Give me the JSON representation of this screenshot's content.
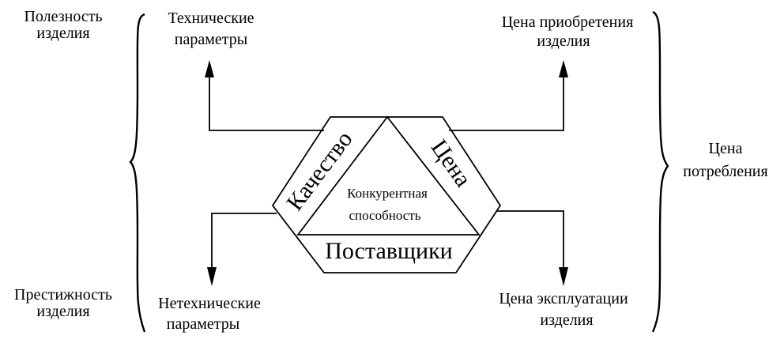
{
  "left_top": {
    "line1": "Полезность",
    "line2": "изделия"
  },
  "left_bottom": {
    "line1": "Престижность",
    "line2": "изделия"
  },
  "right_middle": {
    "line1": "Цена",
    "line2": "потребления"
  },
  "tech_params": {
    "line1": "Технические",
    "line2": "параметры"
  },
  "nontech_params": {
    "line1": "Нетехнические",
    "line2": "параметры"
  },
  "purchase_price": {
    "line1": "Цена приобретения",
    "line2": "изделия"
  },
  "operation_price": {
    "line1": "Цена эксплуатации",
    "line2": "изделия"
  },
  "hexagon": {
    "left_band": "Качество",
    "right_band": "Цена",
    "bottom_band": "Поставщики",
    "center_line1": "Конкурентная",
    "center_line2": "способность"
  }
}
